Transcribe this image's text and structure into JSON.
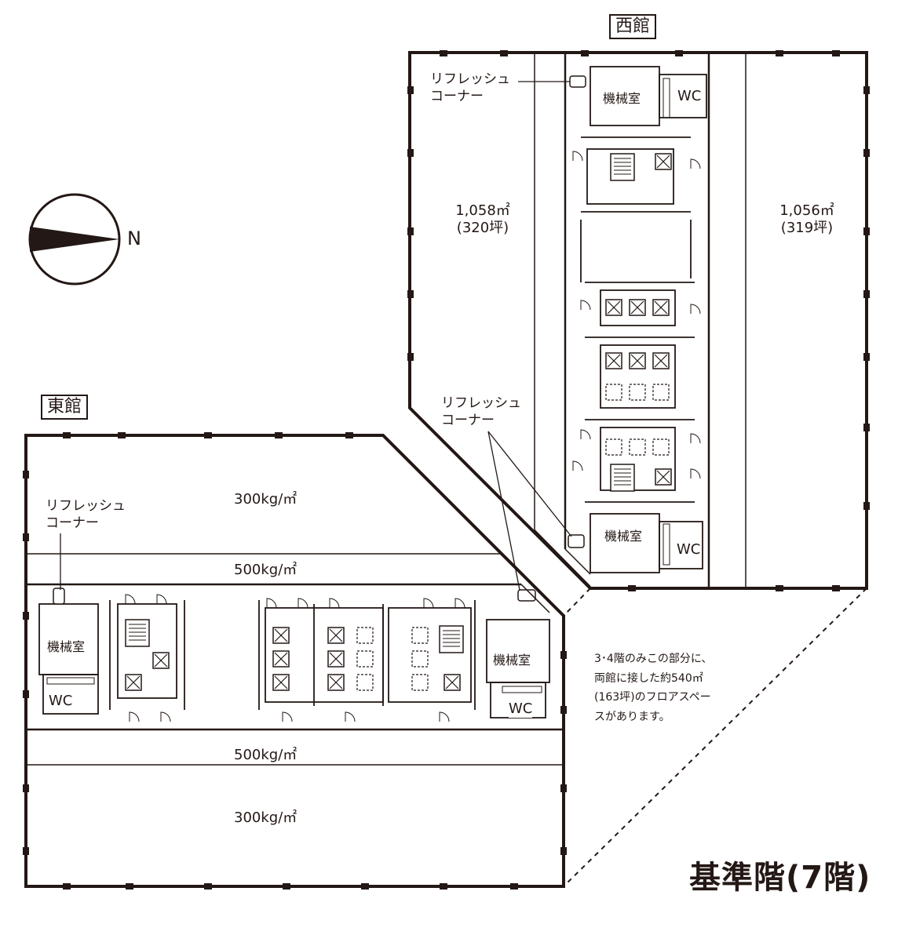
{
  "west_building": {
    "label": "西館",
    "left_area": "1,058㎡",
    "left_tsubo": "(320坪)",
    "right_area": "1,056㎡",
    "right_tsubo": "(319坪)",
    "mechanical_top": "機械室",
    "mechanical_bottom": "機械室",
    "wc_top": "WC",
    "wc_bottom": "WC",
    "refresh_line1": "リフレッシュ",
    "refresh_line2": "コーナー"
  },
  "east_building": {
    "label": "東館",
    "load_north_outer": "300kg/㎡",
    "load_north_inner": "500kg/㎡",
    "load_south_inner": "500kg/㎡",
    "load_south_outer": "300kg/㎡",
    "mechanical_left": "機械室",
    "mechanical_right": "機械室",
    "wc_left": "WC",
    "wc_right": "WC",
    "refresh_line1": "リフレッシュ",
    "refresh_line2": "コーナー"
  },
  "center_refresh": {
    "line1": "リフレッシュ",
    "line2": "コーナー"
  },
  "compass": {
    "label": "N"
  },
  "note": {
    "line1": "3･4階のみこの部分に、",
    "line2": "両館に接した約540㎡",
    "line3": "(163坪)のフロアスペー",
    "line4": "スがあります。"
  },
  "floor_title": "基準階(7階)"
}
